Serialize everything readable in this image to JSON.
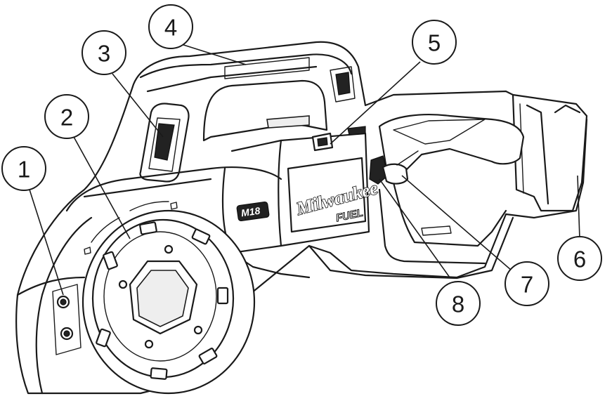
{
  "diagram": {
    "brand_logo": "Milwaukee",
    "fuel_badge": "FUEL",
    "battery_badge": "M18",
    "callouts": [
      {
        "label": "1"
      },
      {
        "label": "2"
      },
      {
        "label": "3"
      },
      {
        "label": "4"
      },
      {
        "label": "5"
      },
      {
        "label": "6"
      },
      {
        "label": "7"
      },
      {
        "label": "8"
      }
    ],
    "colors": {
      "line": "#1a1a1a",
      "background": "#ffffff"
    }
  }
}
